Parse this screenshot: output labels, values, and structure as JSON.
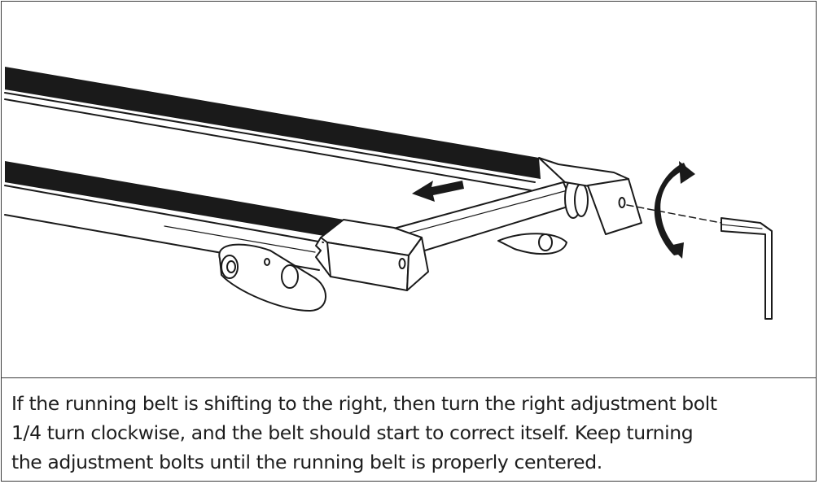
{
  "caption": {
    "lines": [
      "If the running belt is shifting to the right, then turn the right adjustment bolt",
      "1/4 turn clockwise, and the belt should start to correct itself. Keep turning",
      "the adjustment bolts until the running belt is properly centered."
    ]
  },
  "illustration": {
    "subject": "treadmill-rear-rollers-and-belt",
    "icons": [
      "belt-direction-arrow-icon",
      "clockwise-rotation-arrow-icon",
      "allen-wrench-icon"
    ],
    "colors": {
      "line": "#1a1a1a",
      "fill": "#ffffff",
      "belt": "#1a1a1a"
    }
  }
}
